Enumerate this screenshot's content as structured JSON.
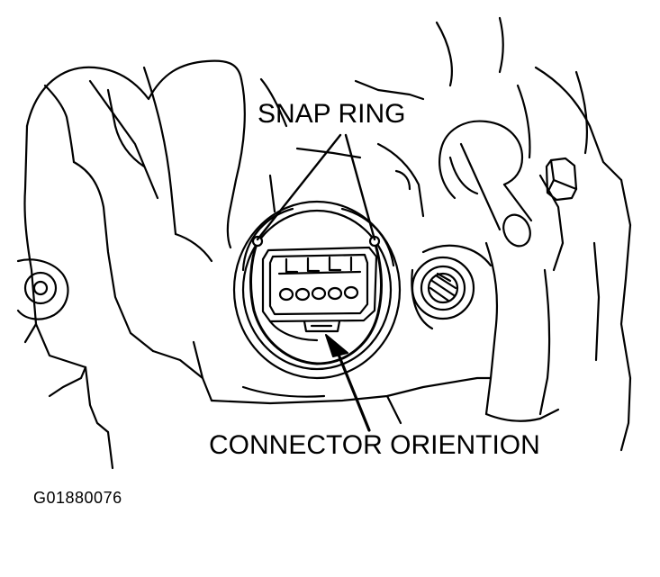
{
  "labels": {
    "snap_ring": "SNAP RING",
    "connector_orientation": "CONNECTOR ORIENTION",
    "figure_code": "G01880076"
  },
  "colors": {
    "line": "#000000",
    "background": "#ffffff"
  }
}
